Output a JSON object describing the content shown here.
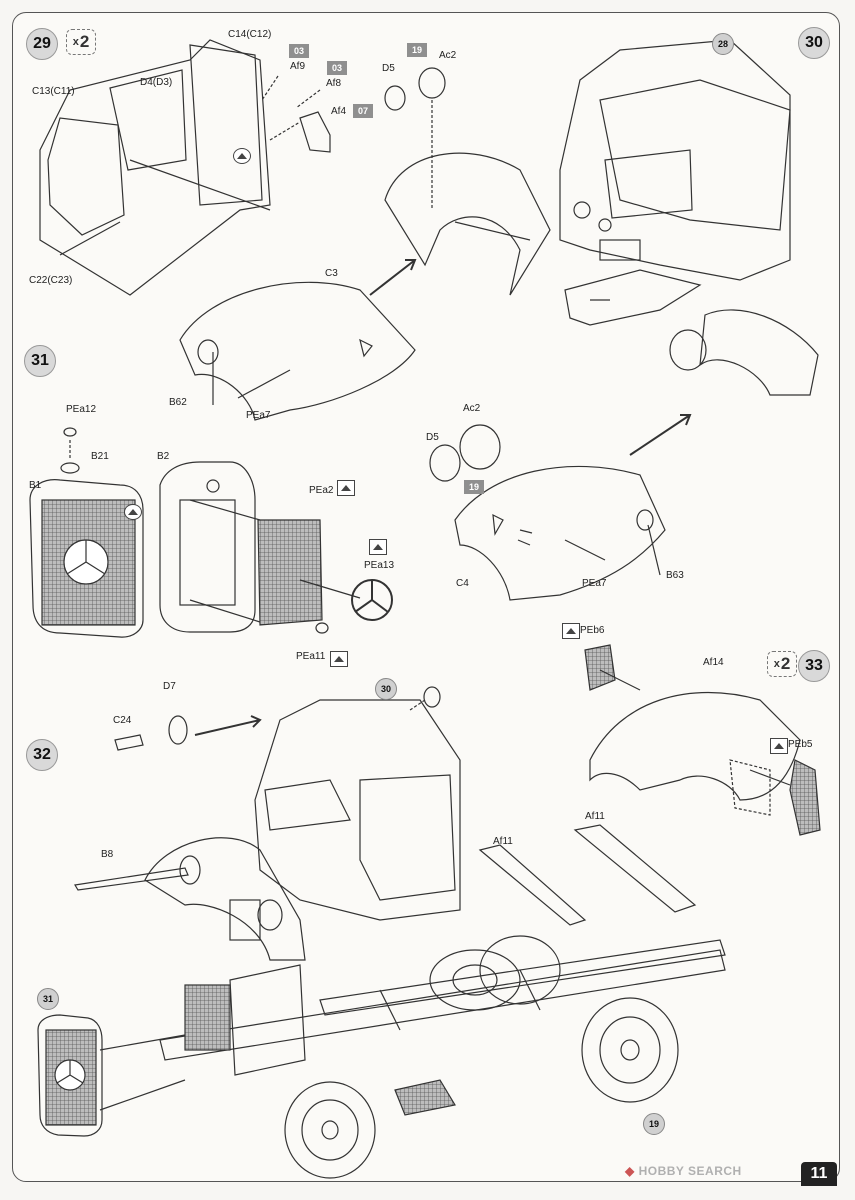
{
  "page": {
    "number": "11"
  },
  "watermark": {
    "brand": "HOBBY SEARCH"
  },
  "steps": {
    "s29": "29",
    "s30": "30",
    "s31": "31",
    "s32": "32",
    "s33": "33"
  },
  "multipliers": {
    "m29": "2",
    "m33": "2"
  },
  "references": {
    "r28": "28",
    "r30": "30",
    "r31": "31",
    "r19": "19"
  },
  "paint_chips": {
    "p1": "03",
    "p2": "03",
    "p3": "07",
    "p4": "19",
    "p5": "19"
  },
  "labels": {
    "C14C12": "C14(C12)",
    "Af9": "Af9",
    "D4D3": "D4(D3)",
    "Af8": "Af8",
    "Af4": "Af4",
    "C13C11": "C13(C11)",
    "C22C23": "C22(C23)",
    "D5a": "D5",
    "Ac2a": "Ac2",
    "C3": "C3",
    "B62": "B62",
    "PEa7a": "PEa7",
    "PEa12": "PEa12",
    "B21": "B21",
    "B1": "B1",
    "B2": "B2",
    "PEa2": "PEa2",
    "PEa13": "PEa13",
    "PEa11": "PEa11",
    "Ac2b": "Ac2",
    "D5b": "D5",
    "C4": "C4",
    "PEa7b": "PEa7",
    "B63": "B63",
    "PEb6": "PEb6",
    "Af14": "Af14",
    "PEb5": "PEb5",
    "D7": "D7",
    "C24": "C24",
    "B8": "B8",
    "Af11a": "Af11",
    "Af11b": "Af11"
  },
  "icons": {
    "photo_etch": "photo-etch-icon",
    "mirror": "mirror-icon"
  }
}
